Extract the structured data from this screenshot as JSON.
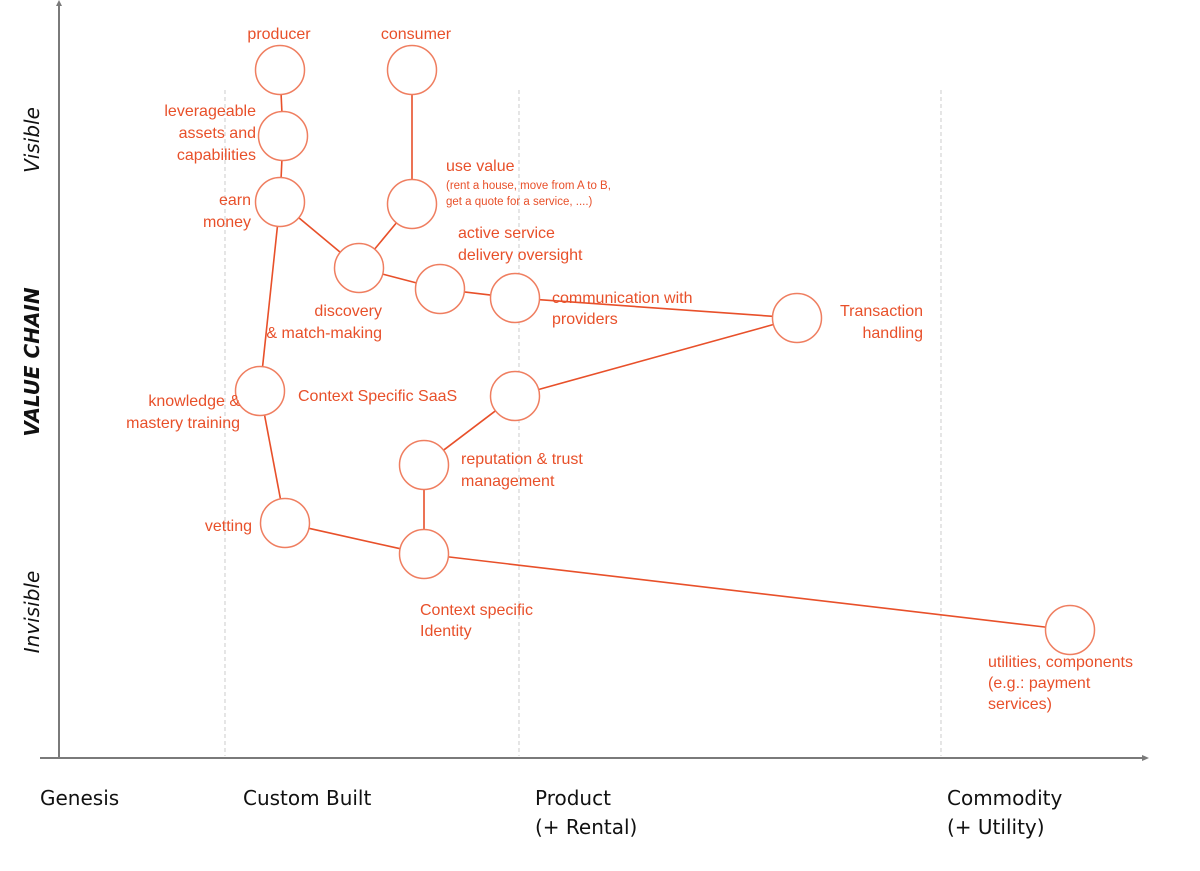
{
  "title": "Value Chain Map",
  "colors": {
    "accent": "#e8502a",
    "circle_stroke": "#ef7e60",
    "axis": "#7a7a7a",
    "grid": "#d4d4d4",
    "text_dark": "#111111"
  },
  "y_axis": {
    "title": "VALUE CHAIN",
    "top_label": "Visible",
    "bottom_label": "Invisible"
  },
  "x_axis": {
    "stages": [
      {
        "id": "genesis",
        "lines": [
          "Genesis"
        ]
      },
      {
        "id": "custom",
        "lines": [
          "Custom Built"
        ]
      },
      {
        "id": "product",
        "lines": [
          "Product",
          "(+ Rental)"
        ]
      },
      {
        "id": "commodity",
        "lines": [
          "Commodity",
          "(+ Utility)"
        ]
      }
    ]
  },
  "nodes": [
    {
      "id": "producer",
      "label": [
        "producer"
      ]
    },
    {
      "id": "consumer",
      "label": [
        "consumer"
      ]
    },
    {
      "id": "leverageable",
      "label": [
        "leverageable",
        "assets and",
        "capabilities"
      ]
    },
    {
      "id": "earn_money",
      "label": [
        "earn",
        "money"
      ]
    },
    {
      "id": "use_value",
      "label": [
        "use value"
      ],
      "sublabel": [
        "(rent a house, move from A to B,",
        "get a quote for a service, ....)"
      ]
    },
    {
      "id": "discovery",
      "label": [
        "discovery",
        "& match-making"
      ]
    },
    {
      "id": "active_service",
      "label": [
        "active service",
        "delivery oversight"
      ]
    },
    {
      "id": "communication",
      "label": [
        "communication with",
        "providers"
      ]
    },
    {
      "id": "transaction",
      "label": [
        "Transaction",
        "handling"
      ]
    },
    {
      "id": "knowledge",
      "label": [
        "knowledge &",
        "mastery training"
      ]
    },
    {
      "id": "saas",
      "label": [
        "Context Specific SaaS"
      ]
    },
    {
      "id": "reputation",
      "label": [
        "reputation & trust",
        "management"
      ]
    },
    {
      "id": "vetting",
      "label": [
        "vetting"
      ]
    },
    {
      "id": "identity",
      "label": [
        "Context specific",
        "Identity"
      ]
    },
    {
      "id": "utilities",
      "label": [
        "utilities, components",
        "(e.g.: payment",
        "services)"
      ]
    }
  ],
  "edges": [
    [
      "producer",
      "leverageable"
    ],
    [
      "leverageable",
      "earn_money"
    ],
    [
      "consumer",
      "use_value"
    ],
    [
      "earn_money",
      "discovery"
    ],
    [
      "earn_money",
      "knowledge"
    ],
    [
      "use_value",
      "discovery"
    ],
    [
      "discovery",
      "active_service"
    ],
    [
      "active_service",
      "communication"
    ],
    [
      "communication",
      "transaction"
    ],
    [
      "transaction",
      "saas"
    ],
    [
      "saas",
      "reputation"
    ],
    [
      "reputation",
      "identity"
    ],
    [
      "knowledge",
      "vetting"
    ],
    [
      "vetting",
      "identity"
    ],
    [
      "identity",
      "utilities"
    ]
  ]
}
